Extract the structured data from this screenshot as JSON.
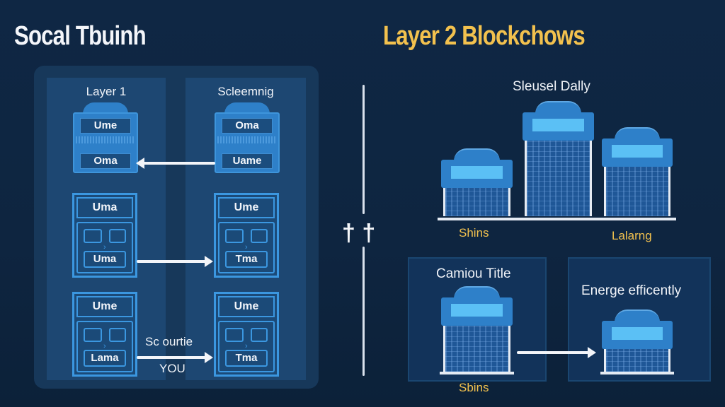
{
  "titles": {
    "left": "Socal Tbuinh",
    "right": "Layer 2 Blockchows"
  },
  "left_panel": {
    "columns": [
      {
        "label": "Layer 1"
      },
      {
        "label": "Scleemnig"
      }
    ],
    "row1": {
      "left_node": {
        "top_label": "Ume",
        "bottom_label": "Oma"
      },
      "right_node": {
        "top_label": "Oma",
        "bottom_label": "Uame"
      },
      "arrow_direction": "left"
    },
    "row2": {
      "left_node": {
        "top_label": "Uma",
        "bottom_label": "Uma"
      },
      "right_node": {
        "top_label": "Ume",
        "bottom_label": "Tma"
      },
      "arrow_direction": "right"
    },
    "row3": {
      "left_node": {
        "top_label": "Ume",
        "bottom_label": "Lama"
      },
      "right_node": {
        "top_label": "Ume",
        "bottom_label": "Tma"
      },
      "arrow_direction": "right",
      "arrow_label_top": "Sc ourtie",
      "arrow_label_bottom": "YOU"
    }
  },
  "divider": {
    "icon": "double-cross-icon",
    "glyphs": "† †"
  },
  "right_top": {
    "title": "Sleusel Dally",
    "labels": [
      "Shins",
      "Lalarng"
    ]
  },
  "right_bottom": {
    "left_box": {
      "title": "Camiou Title",
      "label": "Sbins"
    },
    "right_box": {
      "title": "Energe efficently"
    }
  },
  "colors": {
    "background": "#0f2744",
    "accent_blue": "#2e80c9",
    "title_gold": "#f2c14e",
    "screen_cyan": "#5bc0f5"
  }
}
